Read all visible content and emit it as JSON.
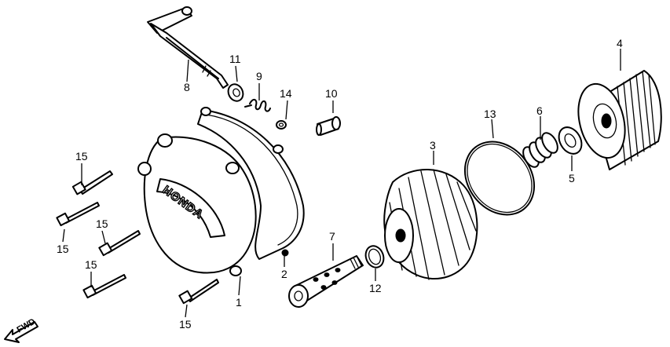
{
  "diagram": {
    "brand_text": "HONDA",
    "fwd_label": "FWD",
    "callouts": {
      "c1": "1",
      "c2": "2",
      "c3": "3",
      "c4": "4",
      "c5": "5",
      "c6": "6",
      "c7": "7",
      "c8": "8",
      "c9": "9",
      "c10": "10",
      "c11": "11",
      "c12": "12",
      "c13": "13",
      "c14": "14",
      "c15a": "15",
      "c15b": "15",
      "c15c": "15",
      "c15d": "15",
      "c15e": "15"
    }
  }
}
